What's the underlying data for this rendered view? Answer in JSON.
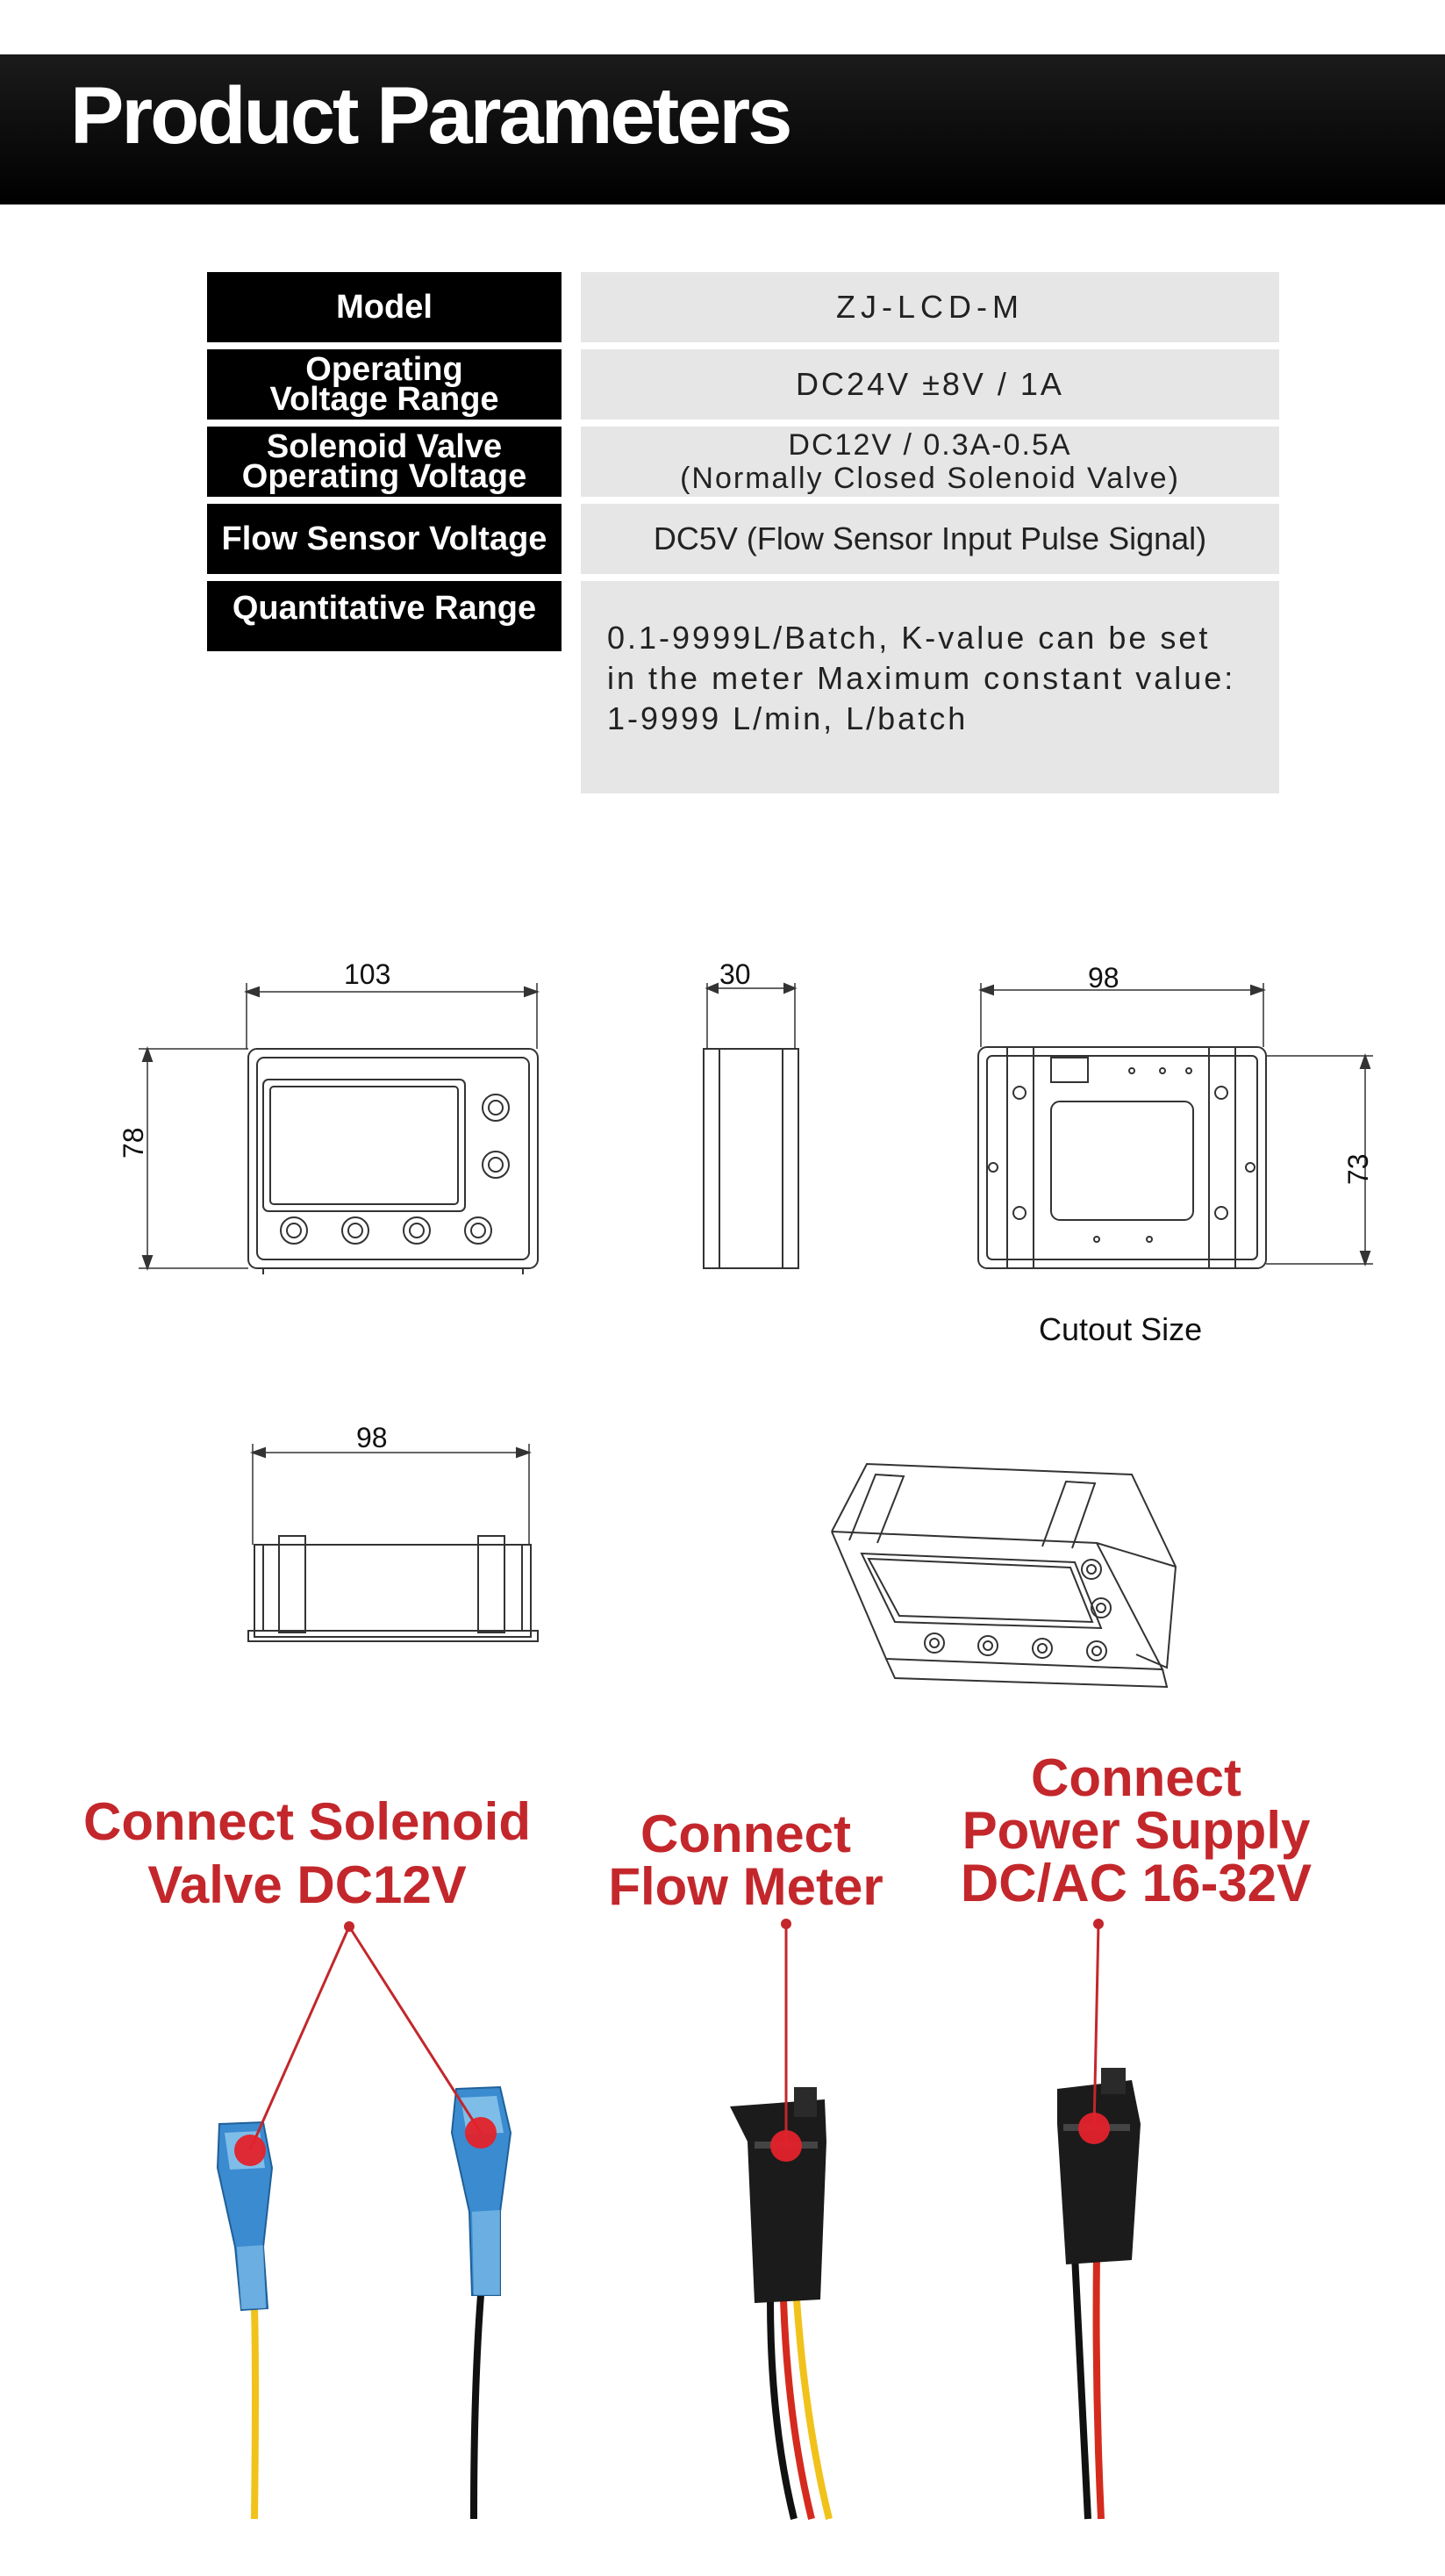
{
  "header": {
    "title": "Product Parameters"
  },
  "specs": [
    {
      "label": "Model",
      "value": "ZJ-LCD-M"
    },
    {
      "label": "Operating\nVoltage Range",
      "value": "DC24V ±8V / 1A"
    },
    {
      "label": "Solenoid Valve\nOperating Voltage",
      "value": "DC12V / 0.3A-0.5A\n(Normally Closed Solenoid Valve)"
    },
    {
      "label": "Flow Sensor Voltage",
      "value": "DC5V (Flow Sensor Input Pulse Signal)"
    },
    {
      "label": "Quantitative Range",
      "value": "0.1-9999L/Batch, K-value can be set\nin the meter Maximum constant value:\n1-9999 L/min, L/batch"
    }
  ],
  "dimensions": {
    "front_width": "103",
    "front_height": "78",
    "side_depth": "30",
    "back_width": "98",
    "back_height": "73",
    "bottom_width": "98",
    "cutout_caption": "Cutout Size"
  },
  "callouts": {
    "solenoid": "Connect Solenoid\nValve DC12V",
    "flow_meter": "Connect\nFlow Meter",
    "power": "Connect\nPower Supply\nDC/AC 16-32V"
  },
  "colors": {
    "callout_red": "#c3272b",
    "header_bg": "#000000",
    "cell_bg": "#e6e6e6"
  }
}
